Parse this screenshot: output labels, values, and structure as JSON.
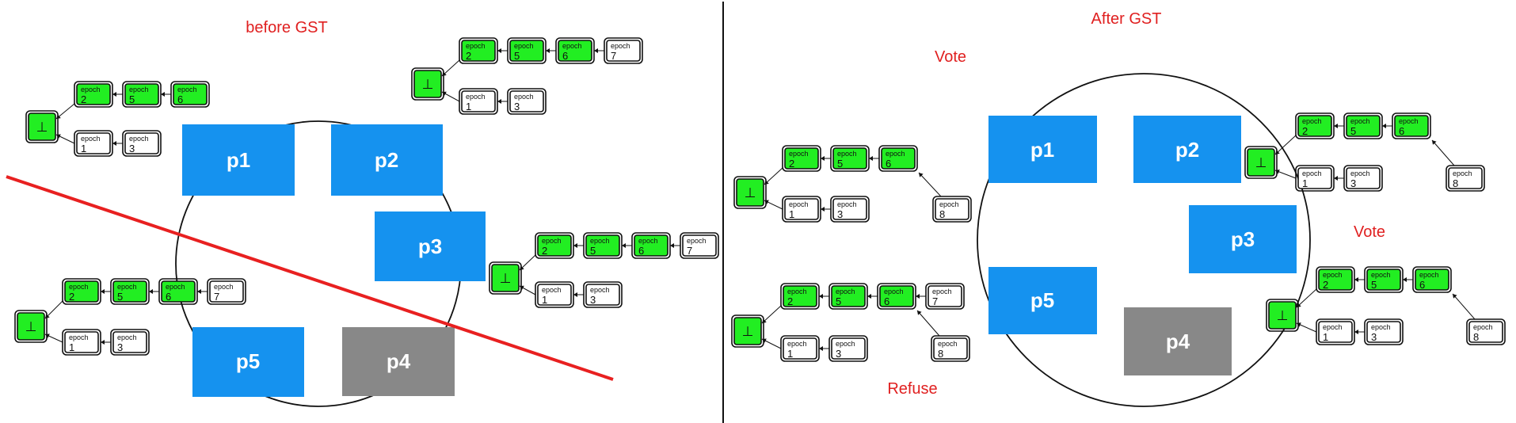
{
  "panels": [
    {
      "title": "before GST",
      "annotations": [],
      "nodes": [
        {
          "label": "p1",
          "faulty": false
        },
        {
          "label": "p2",
          "faulty": false
        },
        {
          "label": "p3",
          "faulty": false
        },
        {
          "label": "p4",
          "faulty": true
        },
        {
          "label": "p5",
          "faulty": false
        }
      ],
      "trees": [
        {
          "genesis": "⊥",
          "main_chain": [
            "2",
            "5",
            "6"
          ],
          "fork": [
            "1",
            "3"
          ],
          "pending": []
        },
        {
          "genesis": "⊥",
          "main_chain": [
            "2",
            "5",
            "6",
            "7"
          ],
          "fork": [
            "1",
            "3"
          ],
          "pending": []
        },
        {
          "genesis": "⊥",
          "main_chain": [
            "2",
            "5",
            "6",
            "7"
          ],
          "fork": [
            "1",
            "3"
          ],
          "pending": []
        },
        {
          "genesis": "⊥",
          "main_chain": [
            "2",
            "5",
            "6",
            "7"
          ],
          "fork": [
            "1",
            "3"
          ],
          "pending": []
        }
      ]
    },
    {
      "title": "After GST",
      "annotations": [
        "Vote",
        "Vote",
        "Refuse"
      ],
      "nodes": [
        {
          "label": "p1",
          "faulty": false
        },
        {
          "label": "p2",
          "faulty": false
        },
        {
          "label": "p3",
          "faulty": false
        },
        {
          "label": "p4",
          "faulty": true
        },
        {
          "label": "p5",
          "faulty": false
        }
      ],
      "trees": [
        {
          "genesis": "⊥",
          "main_chain": [
            "2",
            "5",
            "6"
          ],
          "fork": [
            "1",
            "3"
          ],
          "pending": [
            "8"
          ]
        },
        {
          "genesis": "⊥",
          "main_chain": [
            "2",
            "5",
            "6"
          ],
          "fork": [
            "1",
            "3"
          ],
          "pending": [
            "8"
          ]
        },
        {
          "genesis": "⊥",
          "main_chain": [
            "2",
            "5",
            "6",
            "7"
          ],
          "fork": [
            "1",
            "3"
          ],
          "pending": [
            "8"
          ]
        },
        {
          "genesis": "⊥",
          "main_chain": [
            "2",
            "5",
            "6"
          ],
          "fork": [
            "1",
            "3"
          ],
          "pending": [
            "8"
          ]
        }
      ]
    }
  ],
  "block_word": "epoch",
  "colors": {
    "finalized": "#22ee22",
    "unfinalized": "#ffffff",
    "node": "#1592ef",
    "faulty_node": "#888888",
    "partition": "#e82020",
    "text_red": "#e02020"
  }
}
